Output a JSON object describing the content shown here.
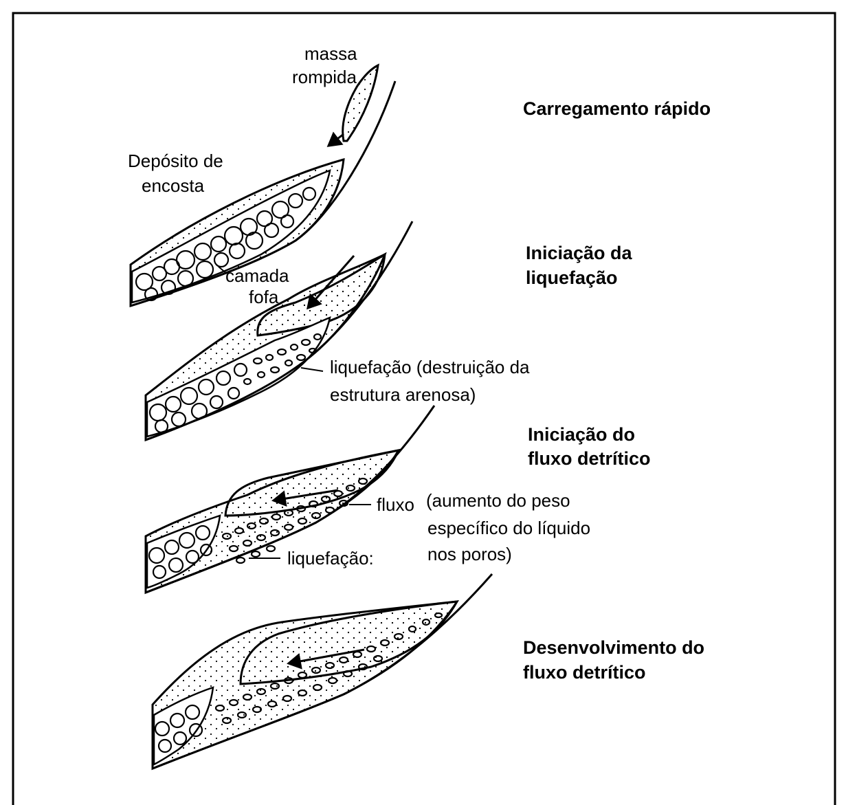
{
  "stages": [
    {
      "line1": "Carregamento rápido",
      "line2": ""
    },
    {
      "line1": "Iniciação da",
      "line2": "liquefação"
    },
    {
      "line1": "Iniciação do",
      "line2": "fluxo detrítico"
    },
    {
      "line1": "Desenvolvimento do",
      "line2": "fluxo detrítico"
    }
  ],
  "labels": {
    "massa_1": "massa",
    "massa_2": "rompida",
    "deposito_1": "Depósito de",
    "deposito_2": "encosta",
    "camada_1": "camada",
    "camada_2": "fofa",
    "liquefacao_destruicao_1": "liquefação (destruição da",
    "liquefacao_destruicao_2": "estrutura arenosa)",
    "fluxo": "fluxo",
    "aumento_1": "(aumento do peso",
    "aumento_2": "específico do líquido",
    "aumento_3": "nos poros)",
    "liquefacao": "liquefação:"
  }
}
